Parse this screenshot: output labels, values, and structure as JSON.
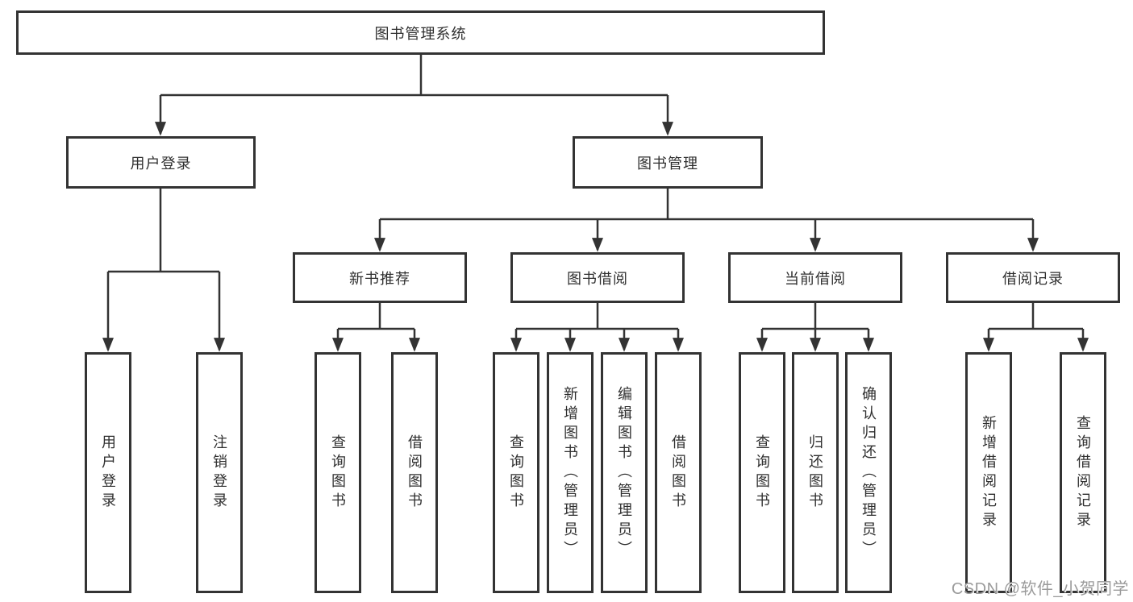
{
  "diagram_title": "图书管理系统",
  "tree": {
    "label": "图书管理系统",
    "children": [
      {
        "label": "用户登录",
        "children": [
          {
            "label": "用户登录"
          },
          {
            "label": "注销登录"
          }
        ]
      },
      {
        "label": "图书管理",
        "children": [
          {
            "label": "新书推荐",
            "children": [
              {
                "label": "查询图书"
              },
              {
                "label": "借阅图书"
              }
            ]
          },
          {
            "label": "图书借阅",
            "children": [
              {
                "label": "查询图书"
              },
              {
                "label": "新增图书（管理员）"
              },
              {
                "label": "编辑图书（管理员）"
              },
              {
                "label": "借阅图书"
              }
            ]
          },
          {
            "label": "当前借阅",
            "children": [
              {
                "label": "查询图书"
              },
              {
                "label": "归还图书"
              },
              {
                "label": "确认归还（管理员）"
              }
            ]
          },
          {
            "label": "借阅记录",
            "children": [
              {
                "label": "新增借阅记录"
              },
              {
                "label": "查询借阅记录"
              }
            ]
          }
        ]
      }
    ]
  },
  "colors": {
    "line": "#333333",
    "text": "#2f2f2f",
    "background": "#ffffff",
    "watermark": "#9b9b9b"
  },
  "watermark": {
    "text": "CSDN @软件_小贺同学"
  }
}
